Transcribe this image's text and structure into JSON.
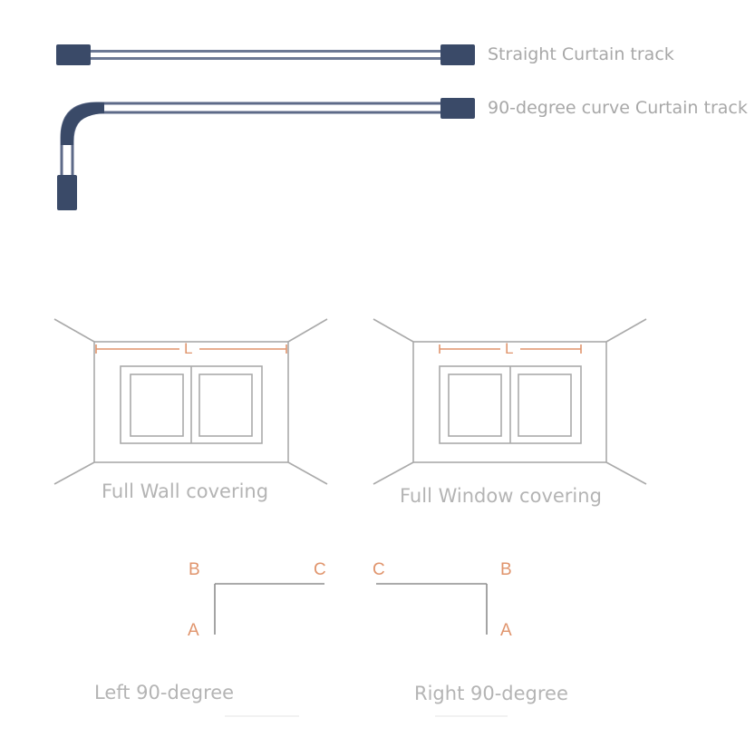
{
  "tracks": {
    "straight_label": "Straight Curtain track",
    "curve_label": "90-degree curve Curtain track"
  },
  "coverings": {
    "measure_label": "L",
    "wall_caption": "Full Wall covering",
    "window_caption": "Full Window covering"
  },
  "corners": {
    "left_caption": "Left 90-degree",
    "right_caption": "Right 90-degree",
    "left_points": {
      "a": "A",
      "b": "B",
      "c": "C"
    },
    "right_points": {
      "a": "A",
      "b": "B",
      "c": "C"
    }
  },
  "colors": {
    "track_end": "#3a4a68",
    "track_rail": "#7a86a2",
    "sketch_line": "#aaaaaa",
    "measure": "#e0946c",
    "text_gray": "#a8a8a8"
  }
}
